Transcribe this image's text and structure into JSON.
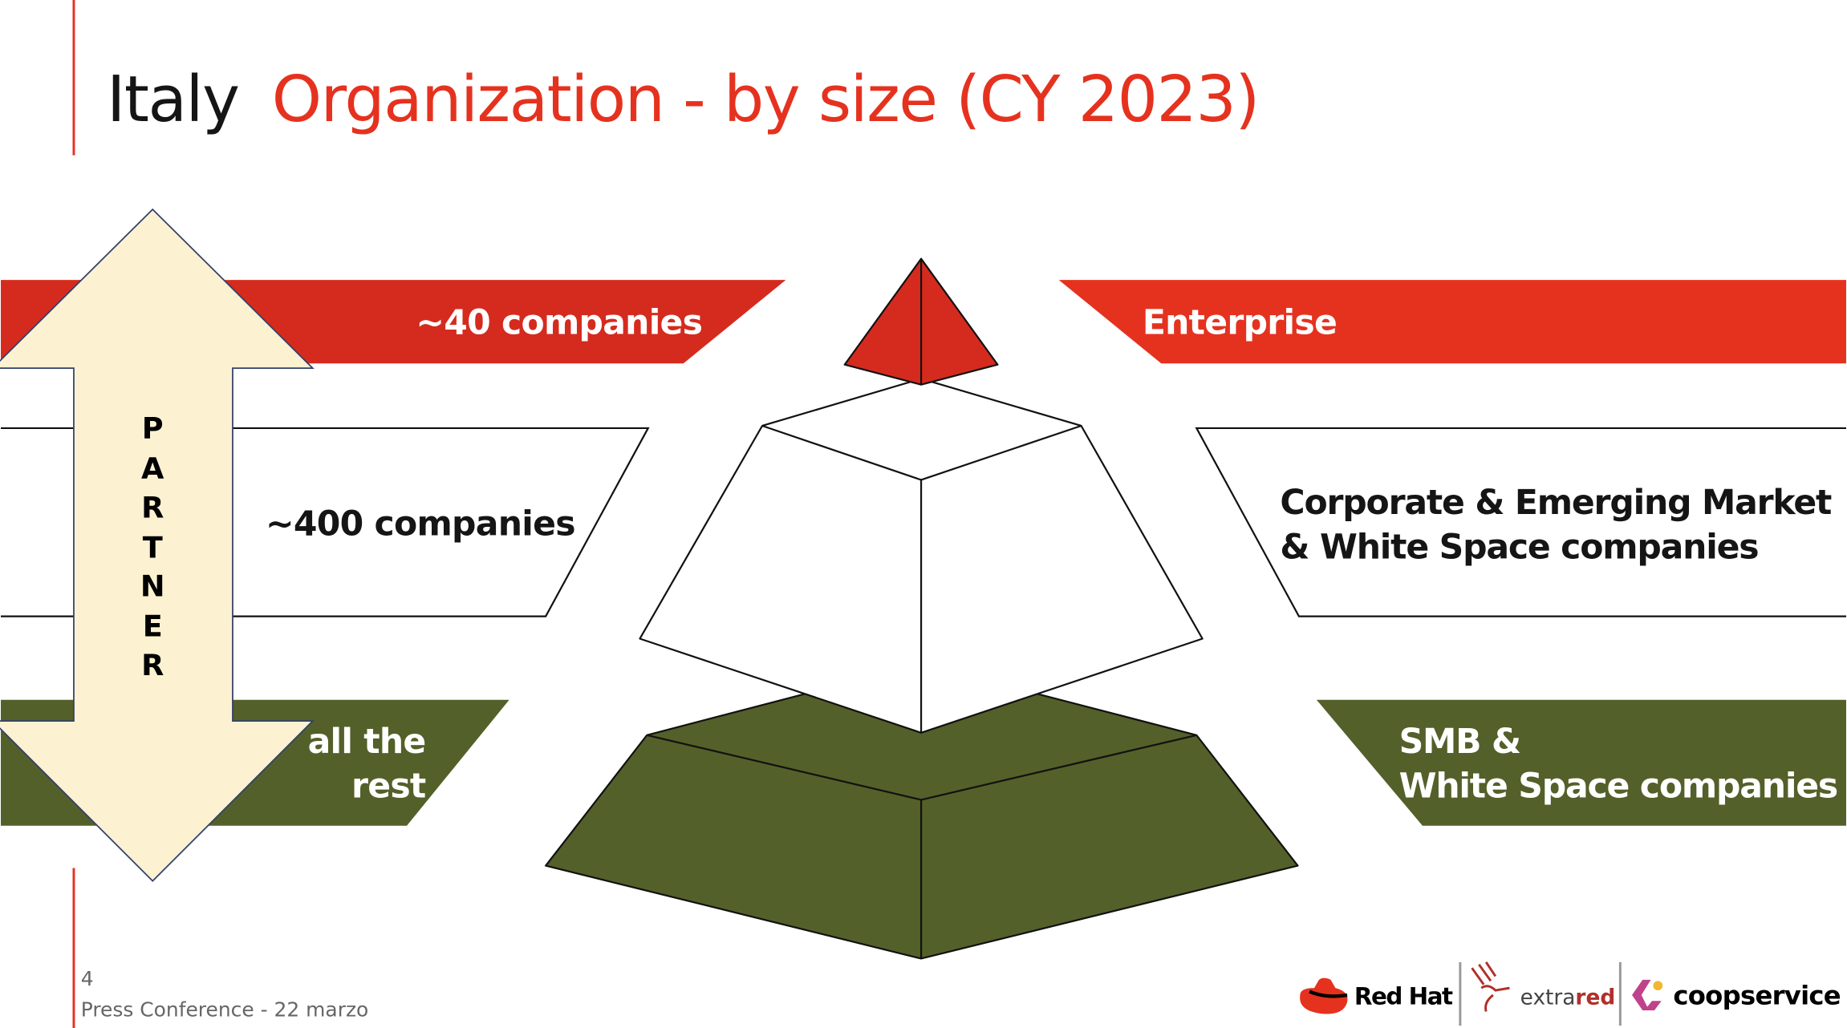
{
  "title": {
    "prefix": "Italy",
    "highlight": "Organization - by size (CY 2023)"
  },
  "colors": {
    "red": "#e5321f",
    "dark_red": "#d52b1e",
    "green": "#536029",
    "cream": "#fcf2d2",
    "arrow_stroke": "#33406b"
  },
  "left_labels": {
    "top": "~40 companies",
    "middle": "~400 companies",
    "bottom_line1": "all the",
    "bottom_line2": "rest"
  },
  "right_labels": {
    "top": "Enterprise",
    "middle_line1": "Corporate & Emerging Market",
    "middle_line2": "& White Space companies",
    "bottom_line1": "SMB &",
    "bottom_line2": "White Space companies"
  },
  "partner_letters": [
    "P",
    "A",
    "R",
    "T",
    "N",
    "E",
    "R"
  ],
  "footer": {
    "page_number": "4",
    "event": "Press Conference -  22 marzo"
  },
  "logos": {
    "redhat": "Red Hat",
    "extrared_a": "extra",
    "extrared_b": "red",
    "coopservice": "coopservice"
  }
}
